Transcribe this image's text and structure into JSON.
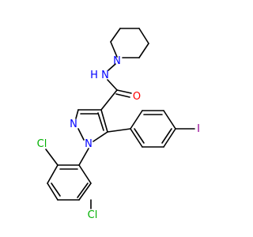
{
  "colors": {
    "carbon": "#000000",
    "nitrogen": "#0000ff",
    "oxygen": "#ff0000",
    "chlorine": "#00b000",
    "iodine": "#940094",
    "background": "#ffffff"
  },
  "atoms": {
    "n_piperidine": "N",
    "n_amide": "N",
    "h_amide": "H",
    "o_carbonyl": "O",
    "n_pyrazole_2": "N",
    "n_pyrazole_1": "N",
    "iodine": "I",
    "cl_ortho": "Cl",
    "cl_para": "Cl"
  }
}
